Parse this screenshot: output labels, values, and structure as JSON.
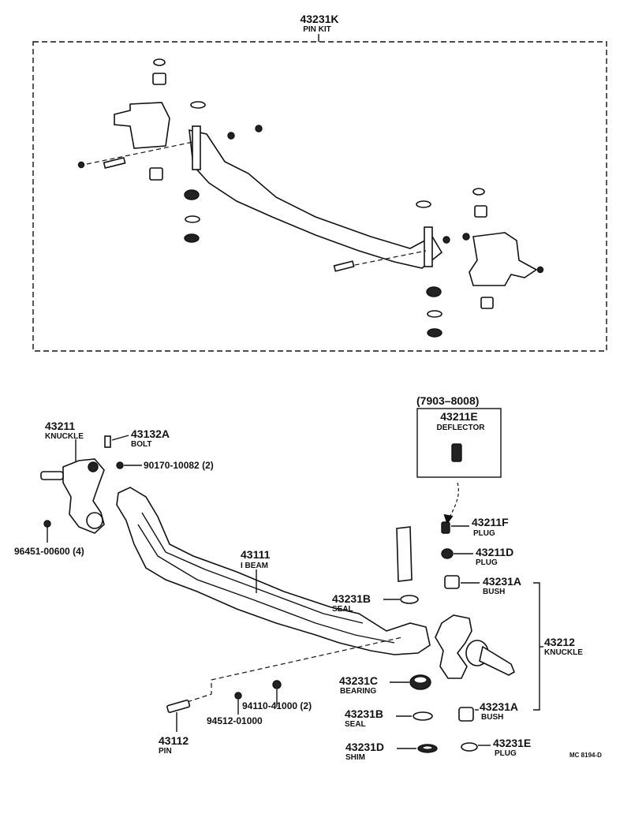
{
  "pin_kit": {
    "number": "43231K",
    "name": "PIN KIT"
  },
  "date_range": "(7903–8008)",
  "callouts": {
    "knuckle_l": {
      "number": "43211",
      "name": "KNUCKLE"
    },
    "bolt": {
      "number": "43132A",
      "name": "BOLT"
    },
    "nut_90170": "90170-10082 (2)",
    "nut_96451": "96451-00600 (4)",
    "beam": {
      "number": "43111",
      "name": "I BEAM"
    },
    "deflector": {
      "number": "43211E",
      "name": "DEFLECTOR"
    },
    "plug_f": {
      "number": "43211F",
      "name": "PLUG"
    },
    "plug_d": {
      "number": "43211D",
      "name": "PLUG"
    },
    "bush_top": {
      "number": "43231A",
      "name": "BUSH"
    },
    "seal_top": {
      "number": "43231B",
      "name": "SEAL"
    },
    "knuckle_r": {
      "number": "43212",
      "name": "KNUCKLE"
    },
    "bearing": {
      "number": "43231C",
      "name": "BEARING"
    },
    "nut_94110": "94110-41000 (2)",
    "washer_94512": "94512-01000",
    "seal_bottom": {
      "number": "43231B",
      "name": "SEAL"
    },
    "bush_bottom": {
      "number": "43231A",
      "name": "BUSH"
    },
    "pin": {
      "number": "43112",
      "name": "PIN"
    },
    "shim": {
      "number": "43231D",
      "name": "SHIM"
    },
    "plug_e": {
      "number": "43231E",
      "name": "PLUG"
    }
  },
  "figure_code": "MC 8194-D"
}
